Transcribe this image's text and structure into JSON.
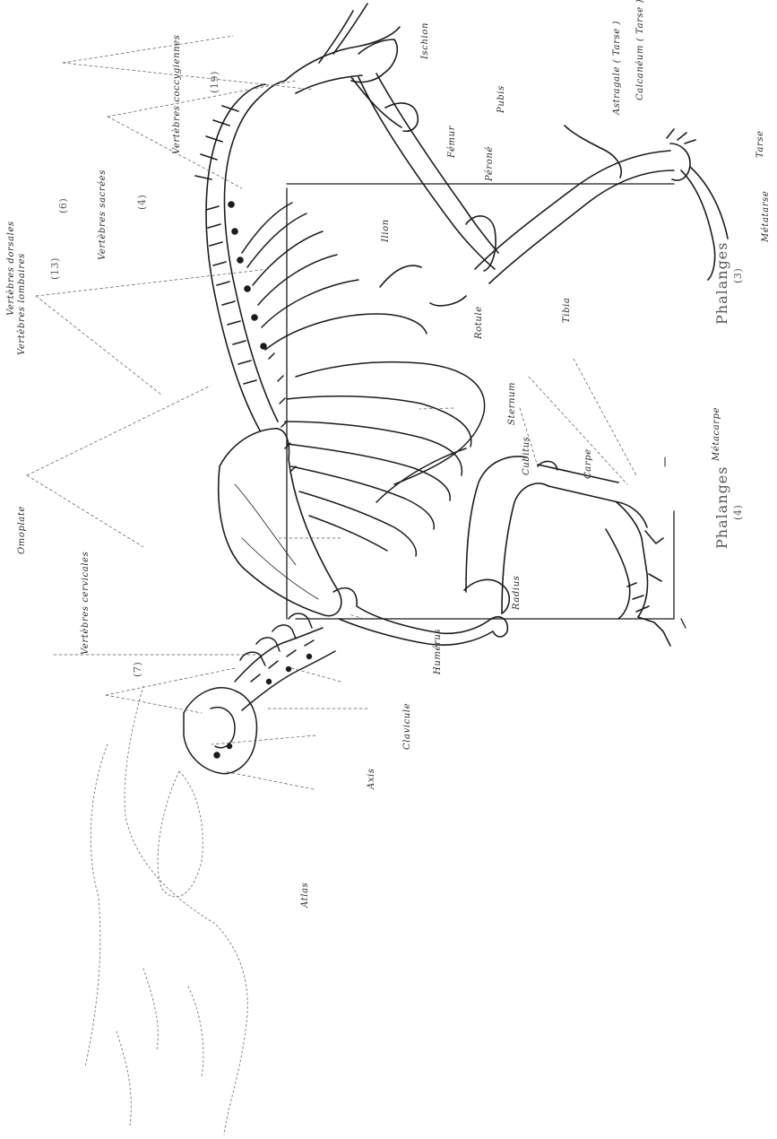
{
  "labels": {
    "vert_cervicales": "Vertèbres cervicales",
    "vert_cervicales_count": "(7)",
    "omoplate": "Omoplate",
    "vert_dorsales": "Vertèbres dorsales",
    "vert_dorsales_count": "(13)",
    "vert_lombaires": "Vertèbres lombaires",
    "vert_lombaires_count": "(6)",
    "vert_sacrees": "Vertèbres sacrées",
    "vert_sacrees_count": "(4)",
    "vert_coccygiennes": "Vertèbres coccygiennes",
    "vert_coccygiennes_count": "(19)",
    "ischion": "Ischion",
    "pubis": "Pubis",
    "femur": "Fémur",
    "perone": "Péroné",
    "astragale": "Astragale ( Tarse )",
    "calcaneum": "Calcanéum ( Tarse )",
    "tarse": "Tarse",
    "metatarse": "Métatarse",
    "phalanges_hind": "Phalanges",
    "phalanges_hind_count": "(3)",
    "tibia": "Tibia",
    "rotule": "Rotule",
    "ilion": "Ilion",
    "sternum": "Sternum",
    "cubitus": "Cubitus",
    "carpe": "Carpe",
    "metacarpe": "Métacarpe",
    "phalanges_fore": "Phalanges",
    "phalanges_fore_count": "(4)",
    "radius": "Radius",
    "humerus": "Humérus",
    "clavicule": "Clavicule",
    "axis": "Axis",
    "atlas": "Atlas"
  }
}
